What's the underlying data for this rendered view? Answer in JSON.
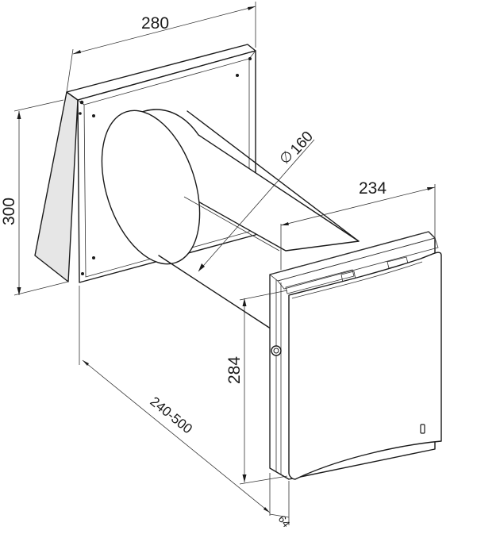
{
  "dimensions": {
    "width_top": "280",
    "height_left": "300",
    "diameter": "160",
    "diameter_symbol": "∅",
    "width_front": "234",
    "height_front": "284",
    "length": "240-500",
    "depth": "64"
  }
}
